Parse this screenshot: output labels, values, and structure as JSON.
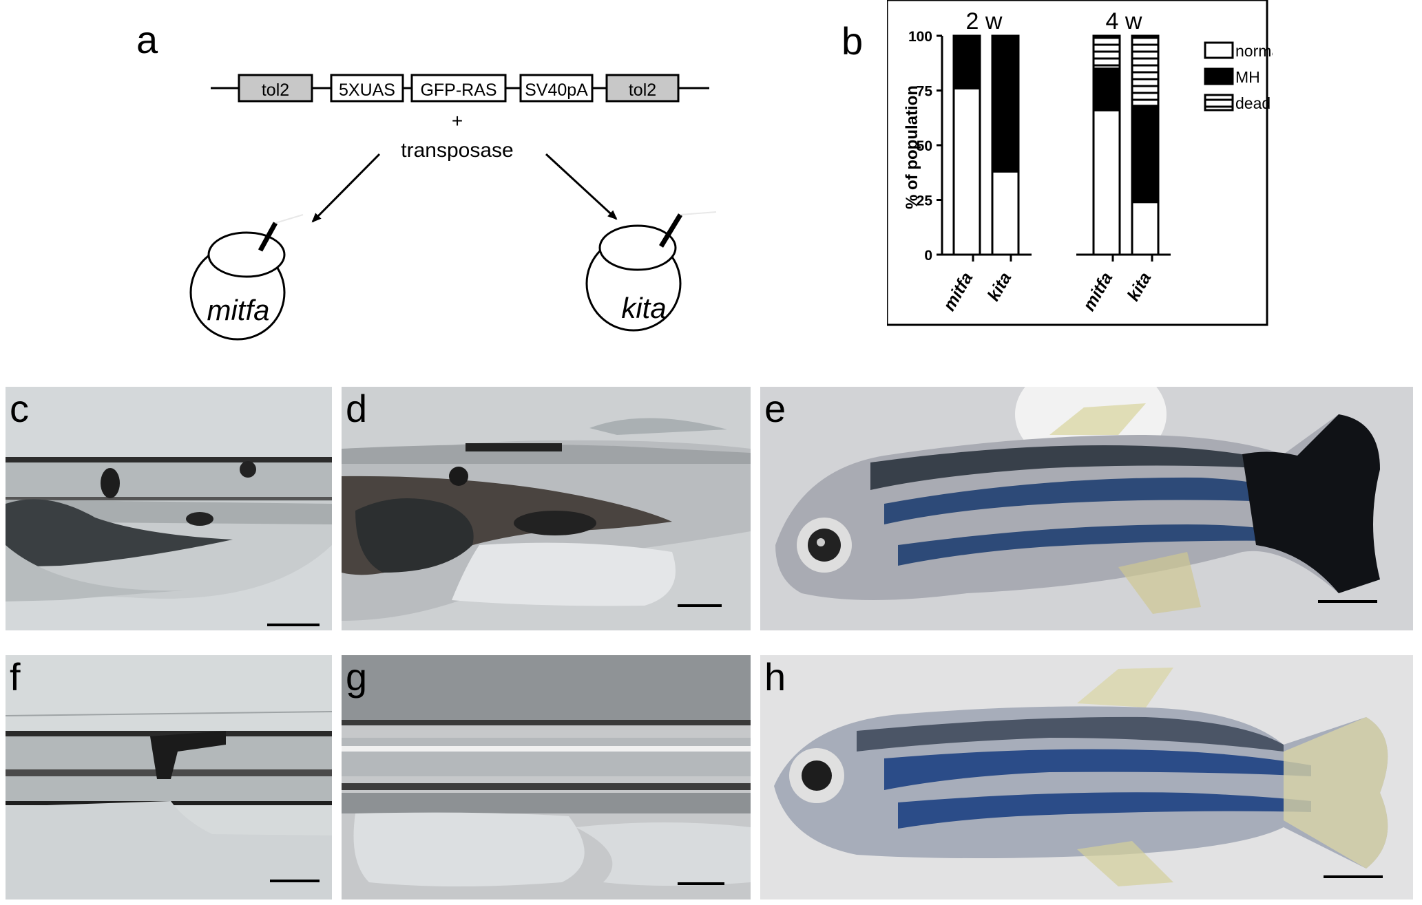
{
  "panels": {
    "a": "a",
    "b": "b",
    "c": "c",
    "d": "d",
    "e": "e",
    "f": "f",
    "g": "g",
    "h": "h"
  },
  "construct": {
    "elements": [
      "tol2",
      "5XUAS",
      "GFP-RAS",
      "SV40pA",
      "tol2"
    ],
    "plus": "+",
    "transposase": "transposase",
    "embryos": [
      "mitfa",
      "kita"
    ]
  },
  "chart_data": {
    "type": "bar",
    "stacked": true,
    "groups": [
      "2 w",
      "4 w"
    ],
    "categories": [
      "mitfa",
      "kita",
      "mitfa",
      "kita"
    ],
    "category_group": [
      0,
      0,
      1,
      1
    ],
    "ylabel": "% of population",
    "ylim": [
      0,
      100
    ],
    "yticks": [
      0,
      25,
      50,
      75,
      100
    ],
    "legend_position": "top-right",
    "series": [
      {
        "name": "normal",
        "values": [
          76,
          38,
          66,
          24
        ],
        "fill": "#ffffff"
      },
      {
        "name": "MH",
        "values": [
          24,
          62,
          19,
          44
        ],
        "fill": "#000000"
      },
      {
        "name": "dead",
        "values": [
          0,
          0,
          15,
          32
        ],
        "fill": "hatch"
      }
    ]
  }
}
